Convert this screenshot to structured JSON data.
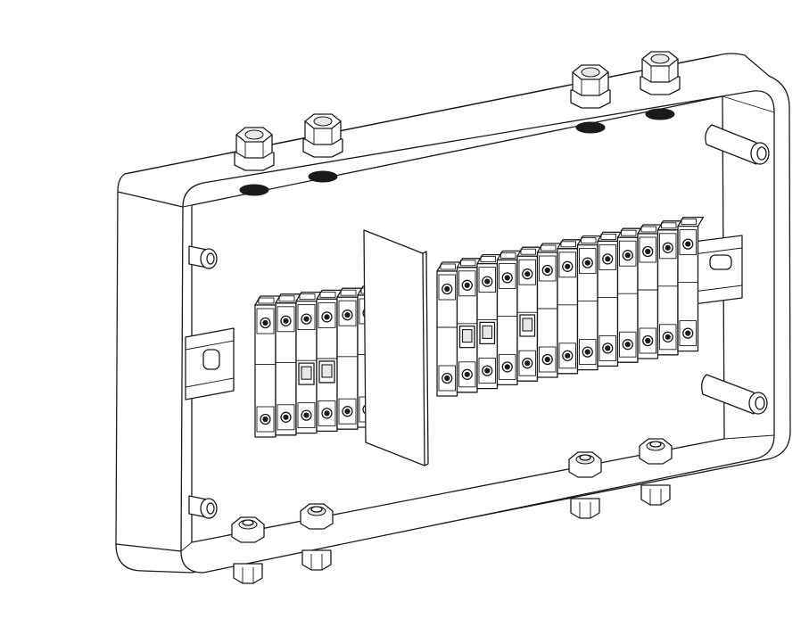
{
  "figure": {
    "subject": "enclosure",
    "colors": {
      "line": "#1a1a1a",
      "fill": "#ffffff",
      "shade": "#e8e8e8"
    },
    "left_breaker_group": {
      "module_count": 6
    },
    "right_breaker_group": {
      "module_count": 13
    },
    "top_glands": 4,
    "bottom_glands": 4,
    "mounting_posts": 4
  }
}
